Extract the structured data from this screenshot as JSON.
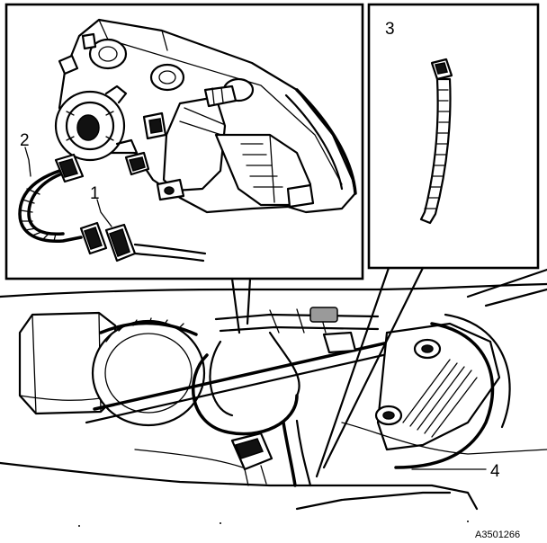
{
  "callouts": {
    "one": "1",
    "two": "2",
    "three": "3",
    "four": "4"
  },
  "figure_code": "A3501266"
}
